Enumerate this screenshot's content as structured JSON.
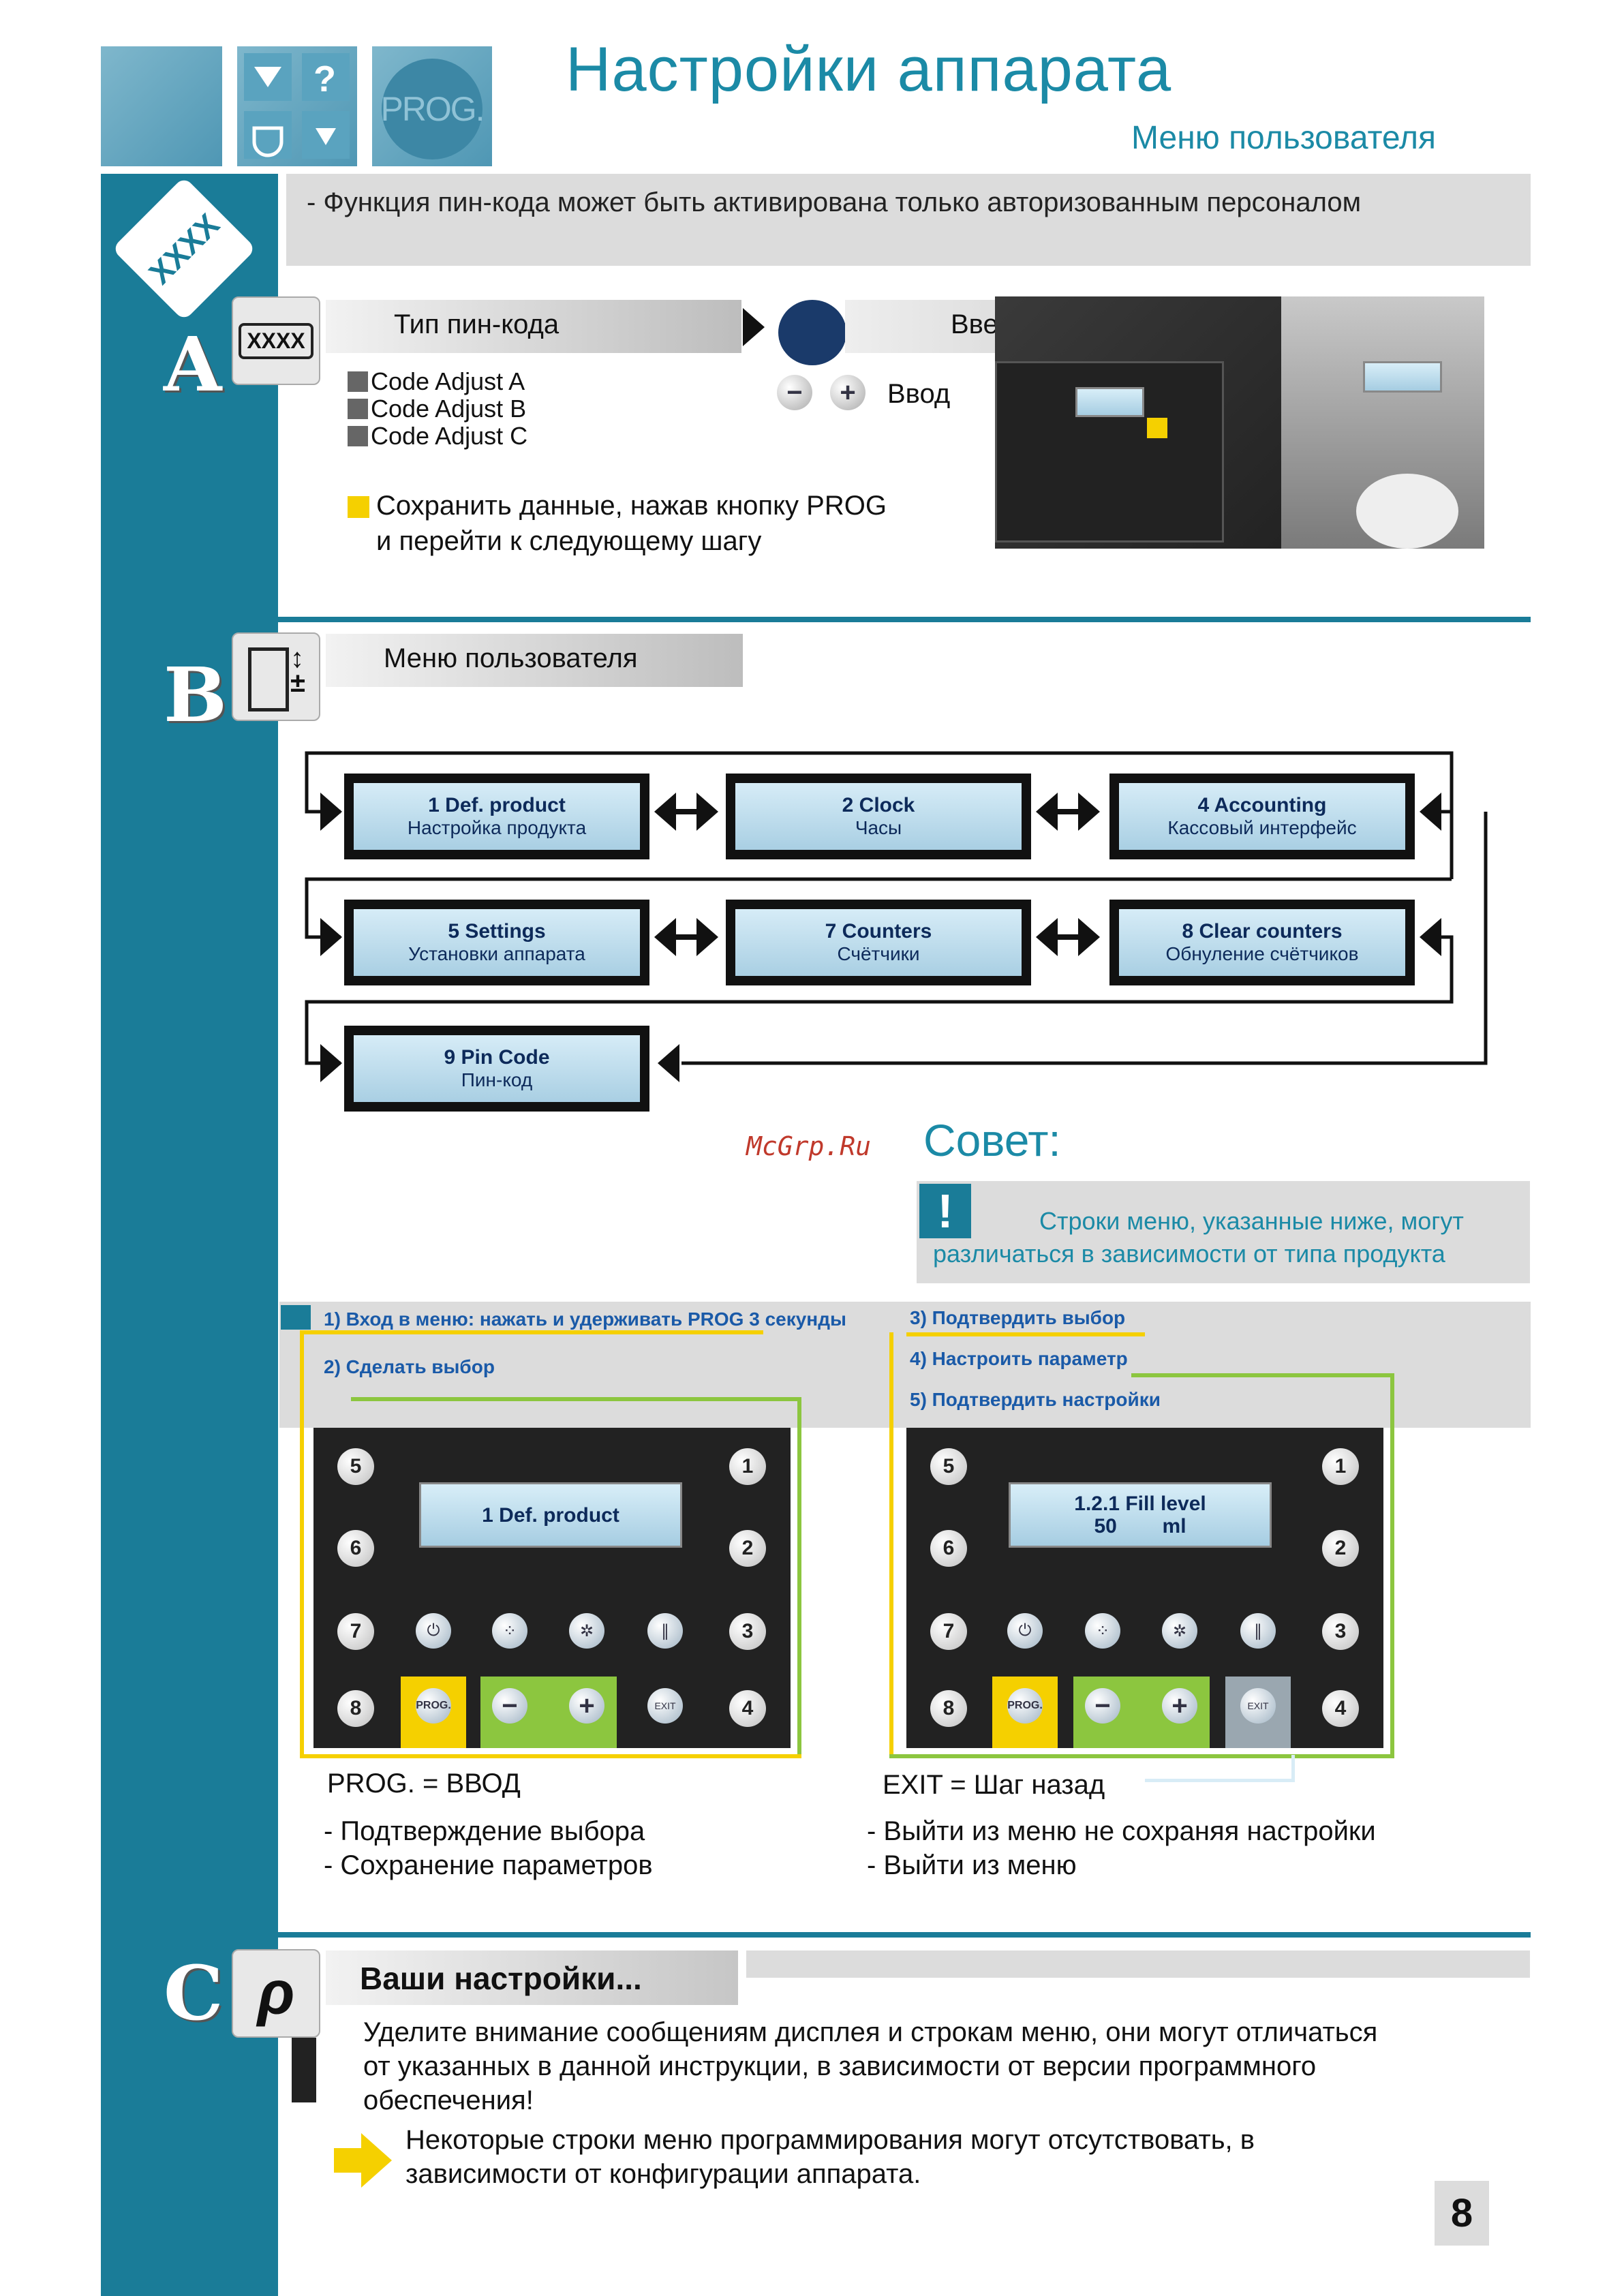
{
  "header": {
    "title": "Настройки аппарата",
    "subtitle": "Меню пользователя",
    "prog_tile": "PROG."
  },
  "intro": {
    "note": "- Функция пин-кода может быть активирована только авторизованным персоналом",
    "badge": "XXXX"
  },
  "section_a": {
    "letter": "A",
    "icon_text": "XXXX",
    "pin_type_label": "Тип пин-кода",
    "enter_code_label": "Ввести код",
    "options": [
      "Code Adjust A",
      "Code Adjust B",
      "Code Adjust C"
    ],
    "minus": "−",
    "plus": "+",
    "enter_label": "Ввод",
    "save_line1": "Сохранить данные, нажав кнопку PROG",
    "save_line2": "и перейти к следующему шагу"
  },
  "section_b": {
    "letter": "B",
    "label": "Меню пользователя",
    "menu": [
      {
        "l1": "1  Def. product",
        "l2": "Настройка продукта"
      },
      {
        "l1": "2  Clock",
        "l2": "Часы"
      },
      {
        "l1": "4  Accounting",
        "l2": "Кассовый интерфейс"
      },
      {
        "l1": "5  Settings",
        "l2": "Установки аппарата"
      },
      {
        "l1": "7  Counters",
        "l2": "Счётчики"
      },
      {
        "l1": "8  Clear counters",
        "l2": "Обнуление счётчиков"
      },
      {
        "l1": "9  Pin Code",
        "l2": "Пин-код"
      }
    ],
    "watermark": "McGrp.Ru",
    "tip_title": "Совет:",
    "tip_line1": "Строки меню, указанные ниже, могут",
    "tip_line2": "различаться в зависимости от типа продукта",
    "tip_icon": "!",
    "steps_left": [
      "1) Вход в меню: нажать и удерживать PROG 3 секунды",
      "2) Сделать выбор"
    ],
    "steps_right": [
      "3) Подтвердить выбор",
      "4) Настроить параметр",
      "5) Подтвердить настройки"
    ],
    "panel_left_lcd": "1  Def. product",
    "panel_right_lcd1": "1.2.1  Fill level",
    "panel_right_lcd2": "50        ml",
    "keys": [
      "5",
      "1",
      "6",
      "2",
      "7",
      "3",
      "8",
      "4"
    ],
    "prog_key": "PROG.",
    "exit_key": "EXIT",
    "prog_eq": "PROG. = ВВОД",
    "prog_items": [
      "- Подтверждение выбора",
      "- Сохранение параметров"
    ],
    "exit_eq": "EXIT = Шаг назад",
    "exit_items": [
      "- Выйти из меню не сохраняя настройки",
      "- Выйти из меню"
    ]
  },
  "section_c": {
    "letter": "C",
    "heading": "Ваши настройки...",
    "warn_line1": "Уделите внимание сообщениям дисплея и строкам меню, они могут отличаться",
    "warn_line2": "от указанных в данной инструкции, в зависимости от версии программного",
    "warn_line3": "обеспечения!",
    "note_line1": "Некоторые строки меню программирования могут отсутствовать, в",
    "note_line2": "зависимости от конфигурации аппарата."
  },
  "page_number": "8",
  "colors": {
    "teal": "#1a7c98",
    "title_blue": "#1b8aa6",
    "yellow": "#f5d000",
    "green": "#8cc63f"
  }
}
